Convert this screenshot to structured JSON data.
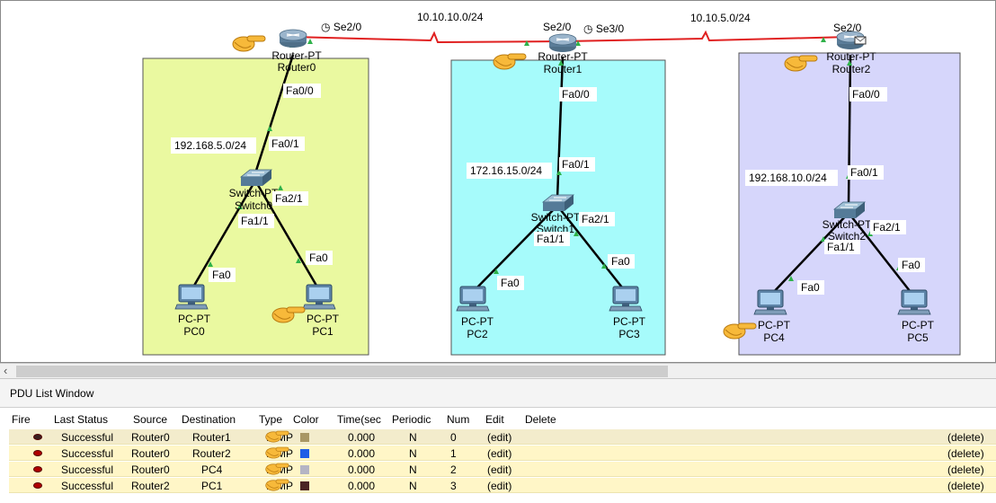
{
  "topology": {
    "networks": [
      {
        "name": "10.10.10.0/24"
      },
      {
        "name": "10.10.5.0/24"
      },
      {
        "name": "192.168.5.0/24"
      },
      {
        "name": "172.16.15.0/24"
      },
      {
        "name": "192.168.10.0/24"
      }
    ],
    "routers": [
      {
        "model": "Router-PT",
        "name": "Router0",
        "ports": [
          "Se2/0",
          "Fa0/0"
        ]
      },
      {
        "model": "Router-PT",
        "name": "Router1",
        "ports": [
          "Se2/0",
          "Se3/0",
          "Fa0/0"
        ]
      },
      {
        "model": "Router-PT",
        "name": "Router2",
        "ports": [
          "Se2/0",
          "Fa0/0"
        ]
      }
    ],
    "switches": [
      {
        "model": "Switch-PT",
        "name": "Switch0",
        "ports": [
          "Fa0/1",
          "Fa2/1",
          "Fa1/1"
        ]
      },
      {
        "model": "Switch-PT",
        "name": "Switch1",
        "ports": [
          "Fa0/1",
          "Fa2/1",
          "Fa1/1"
        ]
      },
      {
        "model": "Switch-PT",
        "name": "Switch2",
        "ports": [
          "Fa0/1",
          "Fa2/1",
          "Fa1/1"
        ]
      }
    ],
    "pcs": [
      {
        "model": "PC-PT",
        "name": "PC0",
        "port": "Fa0"
      },
      {
        "model": "PC-PT",
        "name": "PC1",
        "port": "Fa0"
      },
      {
        "model": "PC-PT",
        "name": "PC2",
        "port": "Fa0"
      },
      {
        "model": "PC-PT",
        "name": "PC3",
        "port": "Fa0"
      },
      {
        "model": "PC-PT",
        "name": "PC4",
        "port": "Fa0"
      },
      {
        "model": "PC-PT",
        "name": "PC5",
        "port": "Fa0"
      }
    ],
    "zone_colors": [
      "#eaf9a0",
      "#a6fbfb",
      "#d6d6fb"
    ],
    "serial_link_color": "#e02020"
  },
  "pdu_window": {
    "title": "PDU List Window",
    "columns": [
      "Fire",
      "Last Status",
      "Source",
      "Destination",
      "Type",
      "Color",
      "Time(sec",
      "Periodic",
      "Num",
      "Edit",
      "Delete"
    ],
    "rows": [
      {
        "last_status": "Successful",
        "source": "Router0",
        "destination": "Router1",
        "type": "ICMP",
        "color": "#a99764",
        "time": "0.000",
        "periodic": "N",
        "num": "0",
        "edit": "(edit)",
        "delete": "(delete)"
      },
      {
        "last_status": "Successful",
        "source": "Router0",
        "destination": "Router2",
        "type": "ICMP",
        "color": "#1f5de6",
        "time": "0.000",
        "periodic": "N",
        "num": "1",
        "edit": "(edit)",
        "delete": "(delete)"
      },
      {
        "last_status": "Successful",
        "source": "Router0",
        "destination": "PC4",
        "type": "ICMP",
        "color": "#b4b4c4",
        "time": "0.000",
        "periodic": "N",
        "num": "2",
        "edit": "(edit)",
        "delete": "(delete)"
      },
      {
        "last_status": "Successful",
        "source": "Router2",
        "destination": "PC1",
        "type": "ICMP",
        "color": "#4a2424",
        "time": "0.000",
        "periodic": "N",
        "num": "3",
        "edit": "(edit)",
        "delete": "(delete)"
      }
    ]
  }
}
